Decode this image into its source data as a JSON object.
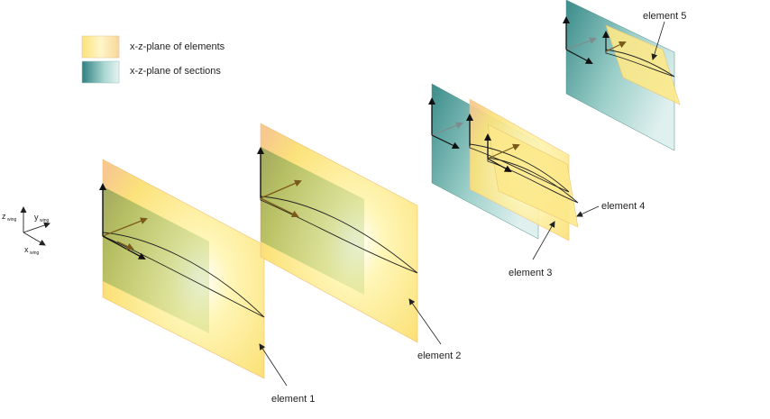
{
  "legend": {
    "items": [
      {
        "label": "x-z-plane of elements",
        "swatch": "element-plane"
      },
      {
        "label": "x-z-plane of sections",
        "swatch": "section-plane"
      }
    ]
  },
  "axes": {
    "z": {
      "letter": "z",
      "sub": "wing"
    },
    "y": {
      "letter": "y",
      "sub": "wing"
    },
    "x": {
      "letter": "x",
      "sub": "wing"
    }
  },
  "elements": [
    {
      "label": "element 1"
    },
    {
      "label": "element 2"
    },
    {
      "label": "element 3"
    },
    {
      "label": "element 4"
    },
    {
      "label": "element 5"
    }
  ],
  "colors": {
    "element_plane_light": "#fff3a8",
    "element_plane_mid": "#fbe27a",
    "element_plane_edge": "#f7c98e",
    "section_plane_dark": "#2f7f80",
    "section_plane_light": "#cfe8e6",
    "arrow_black": "#111111",
    "arrow_brown": "#7a5a1a",
    "arrow_gray": "#7f8c8d"
  }
}
